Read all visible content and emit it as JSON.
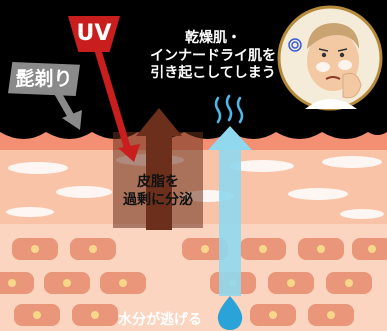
{
  "labels": {
    "uv": "UV",
    "shaving": "髭剃り",
    "dry_skin_line1": "乾燥肌・",
    "dry_skin_line2": "インナードライ肌を",
    "dry_skin_line3": "引き起こしてしまう",
    "sebum_line1": "皮脂を",
    "sebum_line2": "過剰に分泌",
    "water_escape": "水分が逃げる"
  },
  "colors": {
    "background": "#000000",
    "uv_red": "#c81e1e",
    "shaving_gray": "#8a8a8a",
    "sebum_arrow": "#6b2f1c",
    "water_arrow": "#8fd8ee",
    "skin_light": "#fbd5c0",
    "skin_deep": "#f6a88d",
    "cell_fill": "#e9967a",
    "nucleus": "#f7d88a"
  },
  "icons": {
    "uv_arrow": "uv-arrow-icon",
    "sebum_arrow": "sebum-arrow-icon",
    "water_arrow": "water-arrow-icon",
    "steam": "steam-icon",
    "droplet": "water-droplet-icon",
    "face": "worried-man-face-icon"
  }
}
